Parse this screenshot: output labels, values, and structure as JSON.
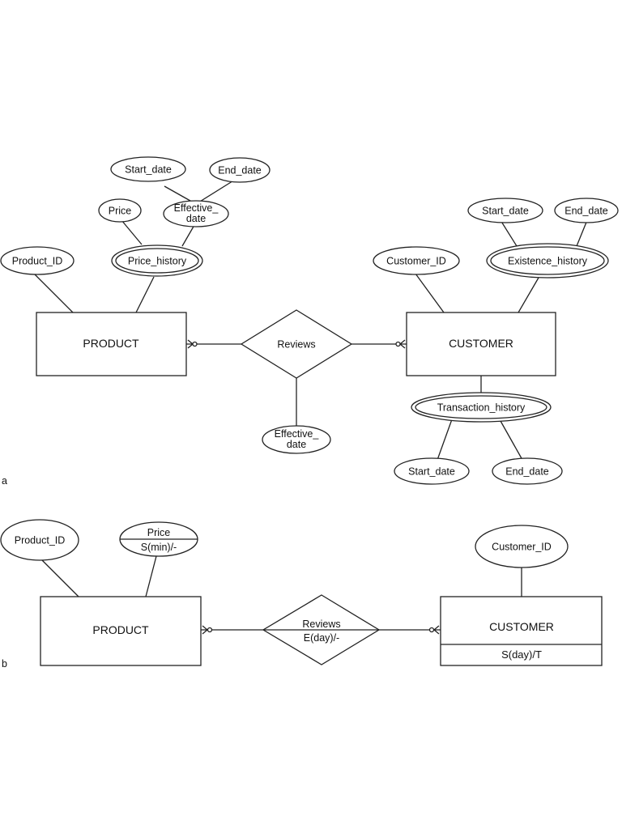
{
  "diagram_a": {
    "panel_label": "a",
    "entities": {
      "product": "PRODUCT",
      "customer": "CUSTOMER"
    },
    "relationship": "Reviews",
    "relationship_attribute": [
      "Effective_",
      "date"
    ],
    "product_attributes": {
      "id": "Product_ID",
      "price_history": "Price_history",
      "price": "Price",
      "effective_date": [
        "Effective_",
        "date"
      ],
      "start_date": "Start_date",
      "end_date": "End_date"
    },
    "customer_attributes": {
      "id": "Customer_ID",
      "existence_history": "Existence_history",
      "existence_start": "Start_date",
      "existence_end": "End_date",
      "transaction_history": "Transaction_history",
      "transaction_start": "Start_date",
      "transaction_end": "End_date"
    }
  },
  "diagram_b": {
    "panel_label": "b",
    "entities": {
      "product": "PRODUCT",
      "customer": "CUSTOMER",
      "customer_stamp": "S(day)/T"
    },
    "relationship": [
      "Reviews",
      "E(day)/-"
    ],
    "product_attributes": {
      "id": "Product_ID",
      "price": "Price",
      "price_stamp": "S(min)/-"
    },
    "customer_attributes": {
      "id": "Customer_ID"
    }
  }
}
